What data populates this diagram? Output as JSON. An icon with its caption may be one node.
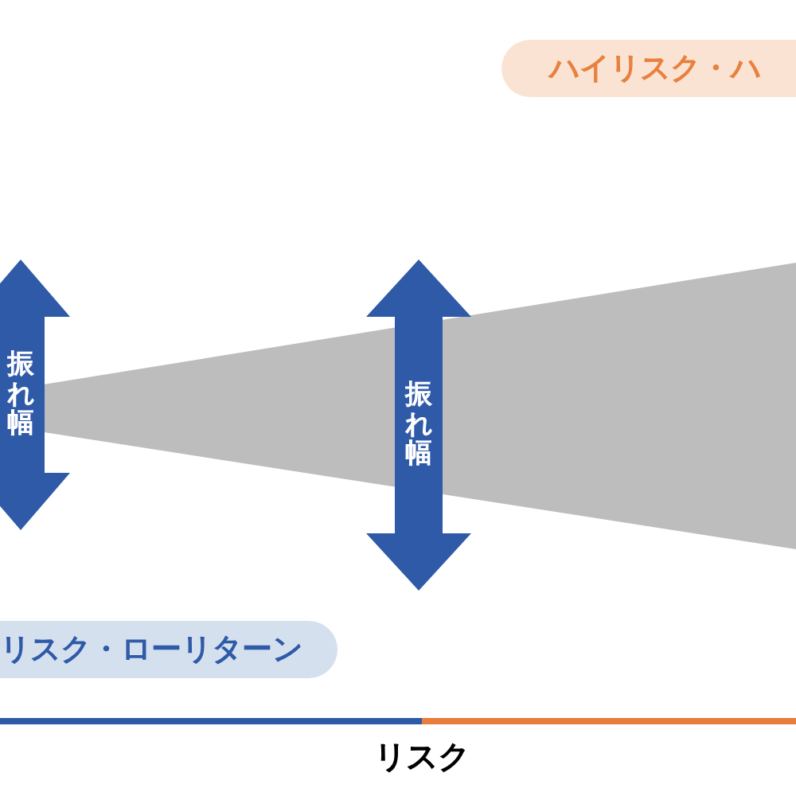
{
  "diagram": {
    "nodes": [
      {
        "text": [
          "ハイリスク・ハ"
        ]
      },
      {
        "text": [
          "振れ幅"
        ]
      },
      {
        "text": [
          "振れ幅"
        ]
      },
      {
        "text": [
          "リスク・ローリターン"
        ]
      }
    ],
    "labels": [
      "リスク"
    ]
  }
}
